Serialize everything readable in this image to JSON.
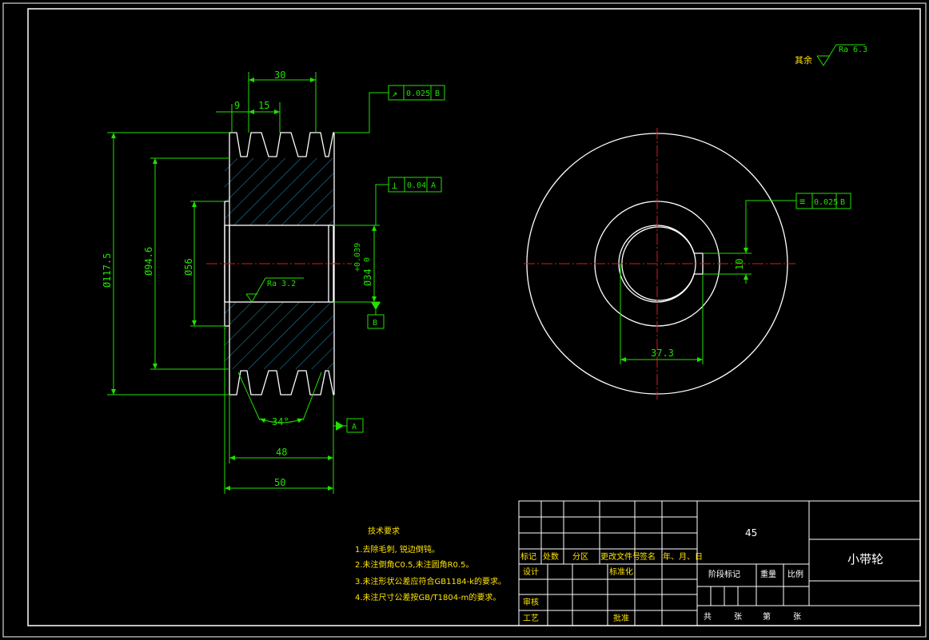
{
  "roughness": {
    "other": "其余",
    "other_value": "Ra 6.3",
    "bore": "Ra 3.2"
  },
  "dimensions": {
    "width_30": "30",
    "pitch_9": "9",
    "pitch_15": "15",
    "dia_117": "Ø117.5",
    "dia_94": "Ø94.6",
    "dia_56": "Ø56",
    "dia_34": "Ø34",
    "tol_upper": "+0.039",
    "tol_lower": "0",
    "angle": "34°",
    "width_48": "48",
    "width_50": "50",
    "key_10": "10",
    "key_37": "37.3"
  },
  "tolerances": {
    "runout": {
      "symbol": "↗",
      "value": "0.025",
      "datum": "B"
    },
    "perp": {
      "symbol": "⊥",
      "value": "0.04",
      "datum": "A"
    },
    "sym": {
      "symbol": "≡",
      "value": "0.025",
      "datum": "B"
    }
  },
  "datums": {
    "a": "A",
    "b": "B"
  },
  "tech_requirements": {
    "title": "技术要求",
    "items": [
      "1.去除毛刺, 锐边倒钝。",
      "2.未注倒角C0.5,未注圆角R0.5。",
      "3.未注形状公差应符合GB1184-k的要求。",
      "4.未注尺寸公差按GB/T1804-m的要求。"
    ]
  },
  "title_block": {
    "material": "45",
    "part_name": "小带轮",
    "headers": [
      "标记",
      "处数",
      "分区",
      "更改文件号",
      "签名",
      "年、月、日"
    ],
    "design": "设计",
    "standardize": "标准化",
    "review": "审核",
    "process": "工艺",
    "approve": "批准",
    "stage_mark": "阶段标记",
    "weight": "重量",
    "scale": "比例",
    "total": "共",
    "sheet": "张",
    "page": "第",
    "sheet2": "张"
  }
}
